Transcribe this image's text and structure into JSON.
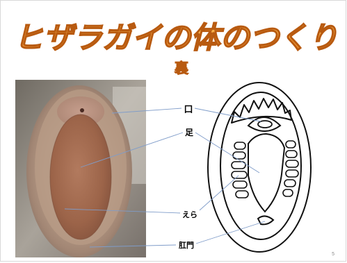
{
  "slide": {
    "title": "ヒザラガイの体のつくり",
    "subtitle": "裏",
    "page_number": "5",
    "colors": {
      "title_fill": "#f29a2e",
      "title_outline": "#b85a10",
      "leader_line": "#7f9cc9"
    }
  },
  "labels": {
    "mouth": "口",
    "foot": "足",
    "gill": "えら",
    "anus": "肛門"
  }
}
